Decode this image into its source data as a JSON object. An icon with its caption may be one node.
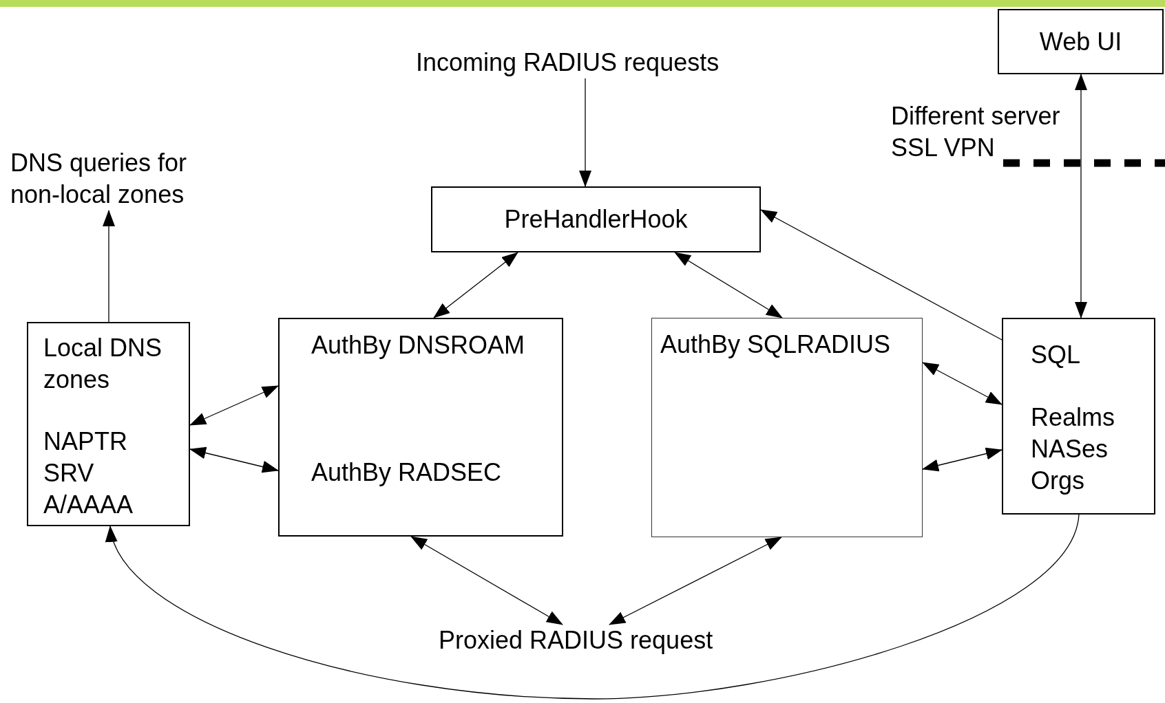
{
  "diagram": {
    "nodes": [
      {
        "text": [
          "Incoming RADIUS requests"
        ]
      },
      {
        "text": [
          "Web UI"
        ]
      },
      {
        "text": [
          "DNS queries for non-local zones"
        ]
      },
      {
        "text": [
          "PreHandlerHook"
        ]
      },
      {
        "text": [
          "Local DNS zones",
          "NAPTR SRV A/AAAA"
        ]
      },
      {
        "text": [
          "AuthBy DNSROAM",
          "AuthBy RADSEC"
        ]
      },
      {
        "text": [
          "AuthBy SQLRADIUS"
        ]
      },
      {
        "text": [
          "SQL",
          "Realms NASes Orgs"
        ]
      },
      {
        "text": [
          "Proxied RADIUS request"
        ]
      }
    ],
    "edges": [
      {
        "from": 0,
        "to": 3,
        "arrow": "to"
      },
      {
        "from": 7,
        "to": 1,
        "arrow": "both"
      },
      {
        "from": 4,
        "to": 2,
        "arrow": "to"
      },
      {
        "from": 3,
        "to": 5,
        "arrow": "both"
      },
      {
        "from": 3,
        "to": 6,
        "arrow": "both"
      },
      {
        "from": 7,
        "to": 3,
        "arrow": "to"
      },
      {
        "from": 4,
        "to": 5,
        "arrow": "both"
      },
      {
        "from": 4,
        "to": 5,
        "arrow": "both"
      },
      {
        "from": 6,
        "to": 7,
        "arrow": "both"
      },
      {
        "from": 6,
        "to": 7,
        "arrow": "both"
      },
      {
        "from": 5,
        "to": 8,
        "arrow": "both"
      },
      {
        "from": 6,
        "to": 8,
        "arrow": "both"
      },
      {
        "from": 7,
        "to": 4,
        "arrow": "to"
      }
    ],
    "labels": [
      "Different server SSL VPN"
    ]
  }
}
